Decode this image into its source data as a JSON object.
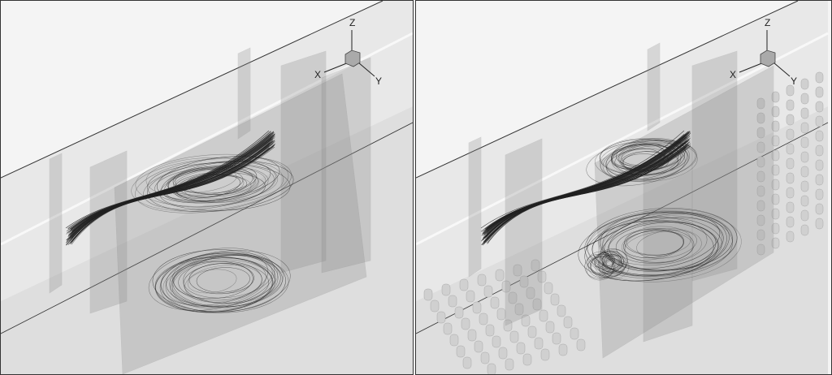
{
  "panels": [
    {
      "id": "left",
      "triad": {
        "z": "Z",
        "x": "X",
        "y": "Y"
      },
      "has_cylinders": false
    },
    {
      "id": "right",
      "triad": {
        "z": "Z",
        "x": "X",
        "y": "Y"
      },
      "has_cylinders": true
    }
  ],
  "colors": {
    "background": "#f4f4f4",
    "plate": "#8a8a8a",
    "streamline": "#222222",
    "edge": "#333333"
  }
}
